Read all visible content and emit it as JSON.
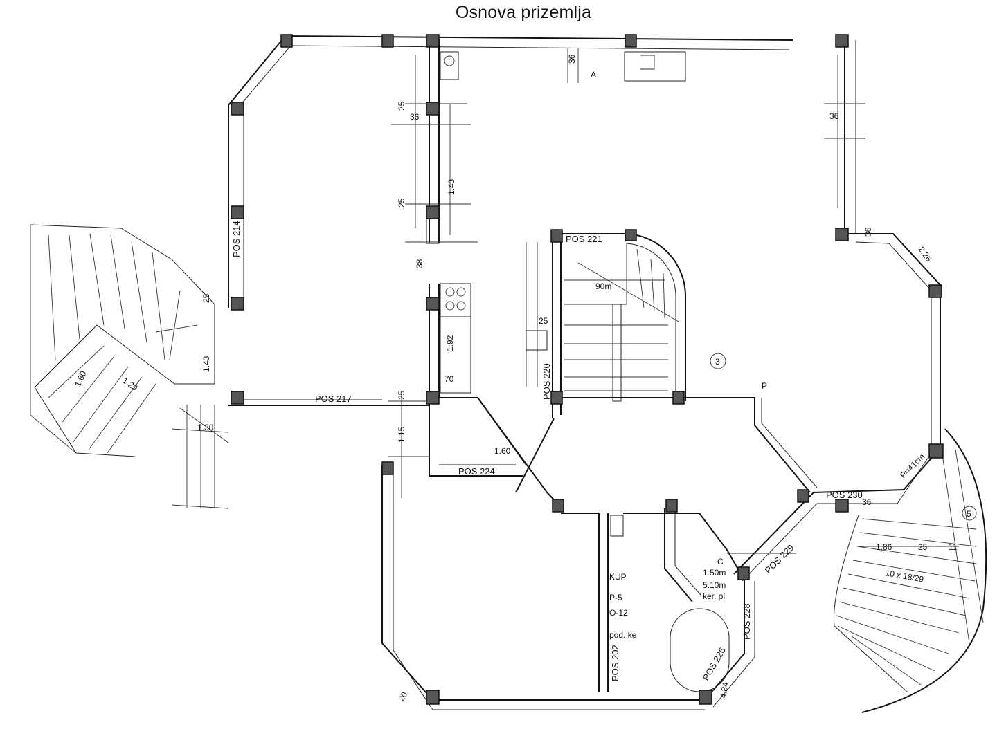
{
  "title": "Osnova prizemlja",
  "positions": {
    "p214": "POS 214",
    "p217": "POS 217",
    "p220": "POS 220",
    "p221": "POS 221",
    "p224": "POS 224",
    "p226": "POS 226",
    "p228": "POS 228",
    "p229": "POS 229",
    "p230": "POS 230",
    "p202": "POS 202"
  },
  "dimensions": {
    "d36a": "36",
    "d36b": "36",
    "d36c": "36",
    "d36d": "36",
    "d36e": "36",
    "d25a": "25",
    "d25b": "25",
    "d25c": "25",
    "d25d": "25",
    "d25e": "25",
    "d25f": "25",
    "d143a": "1.43",
    "d143b": "1.43",
    "d192": "1.92",
    "d70": "70",
    "d38": "38",
    "d115": "1.15",
    "d160": "1.60",
    "d180": "1.80",
    "d129": "1.29",
    "d130": "1.30",
    "d186": "1.86",
    "d20": "20",
    "d484": "4.84",
    "d11": "11",
    "d226": "2.26"
  },
  "labels": {
    "stair_top": "90m",
    "circle3": "3",
    "circle5": "5",
    "steps": "10 x 18/29",
    "kup1": "KUP",
    "kup2": "P-5",
    "kup3": "O-12",
    "kup4": "pod. ke",
    "wc1": "1.50m",
    "wc2": "5.10m",
    "wc3": "ker. pl",
    "letterA": "A",
    "letterP": "P",
    "letterC": "C",
    "p41": "P=41cm"
  },
  "colors": {
    "line": "#111111",
    "column": "#555555",
    "paper": "#ffffff"
  }
}
